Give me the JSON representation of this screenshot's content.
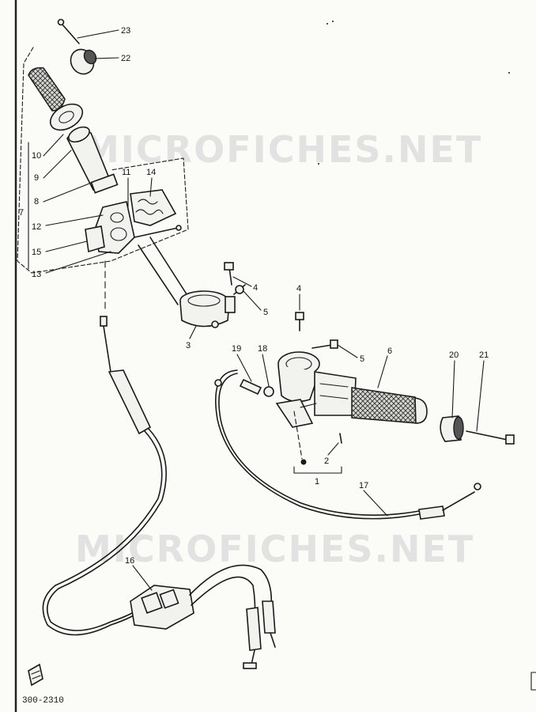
{
  "watermark": "MICROFICHES.NET",
  "footer_code": "300-2310",
  "callouts": {
    "c1": "1",
    "c2": "2",
    "c3": "3",
    "c4a": "4",
    "c4b": "4",
    "c5a": "5",
    "c5b": "5",
    "c6": "6",
    "c7": "7",
    "c8": "8",
    "c9": "9",
    "c10": "10",
    "c11": "11",
    "c12": "12",
    "c13": "13",
    "c14": "14",
    "c15": "15",
    "c16": "16",
    "c17": "17",
    "c18": "18",
    "c19": "19",
    "c20": "20",
    "c21": "21",
    "c22": "22",
    "c23": "23"
  },
  "colors": {
    "ink": "#1a1a1a",
    "paper": "#fbfbf8",
    "watermark": "#e2e2e2"
  }
}
